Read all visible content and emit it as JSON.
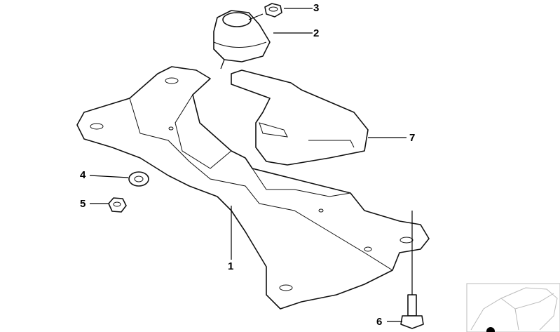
{
  "callouts": [
    {
      "number": "1",
      "part": "crossmember"
    },
    {
      "number": "2",
      "part": "rubber-mount"
    },
    {
      "number": "3",
      "part": "nut"
    },
    {
      "number": "4",
      "part": "washer"
    },
    {
      "number": "5",
      "part": "hex-nut"
    },
    {
      "number": "6",
      "part": "bolt"
    },
    {
      "number": "7",
      "part": "heat-shield"
    }
  ]
}
